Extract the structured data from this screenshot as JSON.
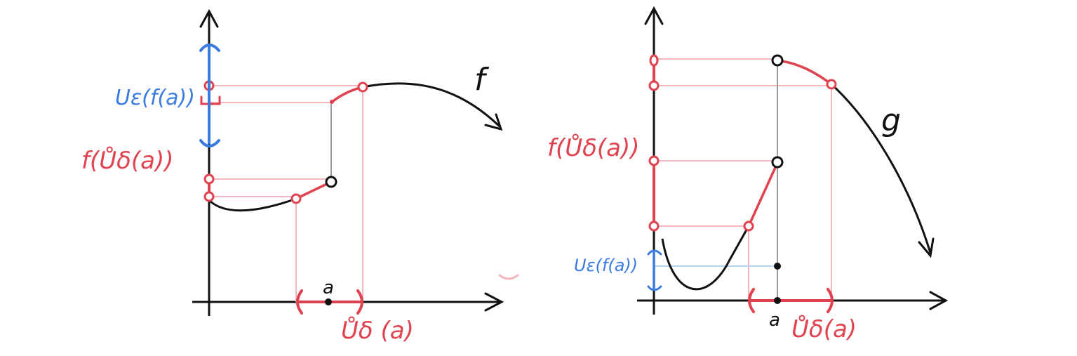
{
  "left_panel": {
    "function_label": "f",
    "interval_label": "Ůδ (a)",
    "point_label": "a",
    "image_label": "f(Ůδ(a))",
    "neighborhood_label": "Uε(f(a))"
  },
  "right_panel": {
    "function_label": "g",
    "interval_label": "Ůδ(a)",
    "point_label": "a",
    "image_label": "f(Ůδ(a))",
    "neighborhood_label": "Uε(f(a))"
  },
  "colors": {
    "curve": "#111111",
    "interval": "#e0434f",
    "guide": "#f2b8bd",
    "neighborhood": "#3a7be0"
  }
}
